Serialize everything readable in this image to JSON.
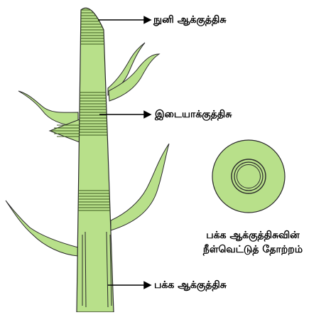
{
  "diagram": {
    "labels": {
      "apical": "நுனி ஆக்குத்திசு",
      "intercalary": "இடையாக்குத்திசு",
      "lateral": "பக்க ஆக்குத்திசு"
    },
    "cross_section_caption": {
      "line1": "பக்க ஆக்குத்திசுவின்",
      "line2": "நீள்வெட்டுத் தோற்றம்"
    },
    "colors": {
      "tissue_fill": "#b8e08a",
      "meristem_band": "#3d5a1e",
      "outline": "#2b2b2b"
    }
  }
}
